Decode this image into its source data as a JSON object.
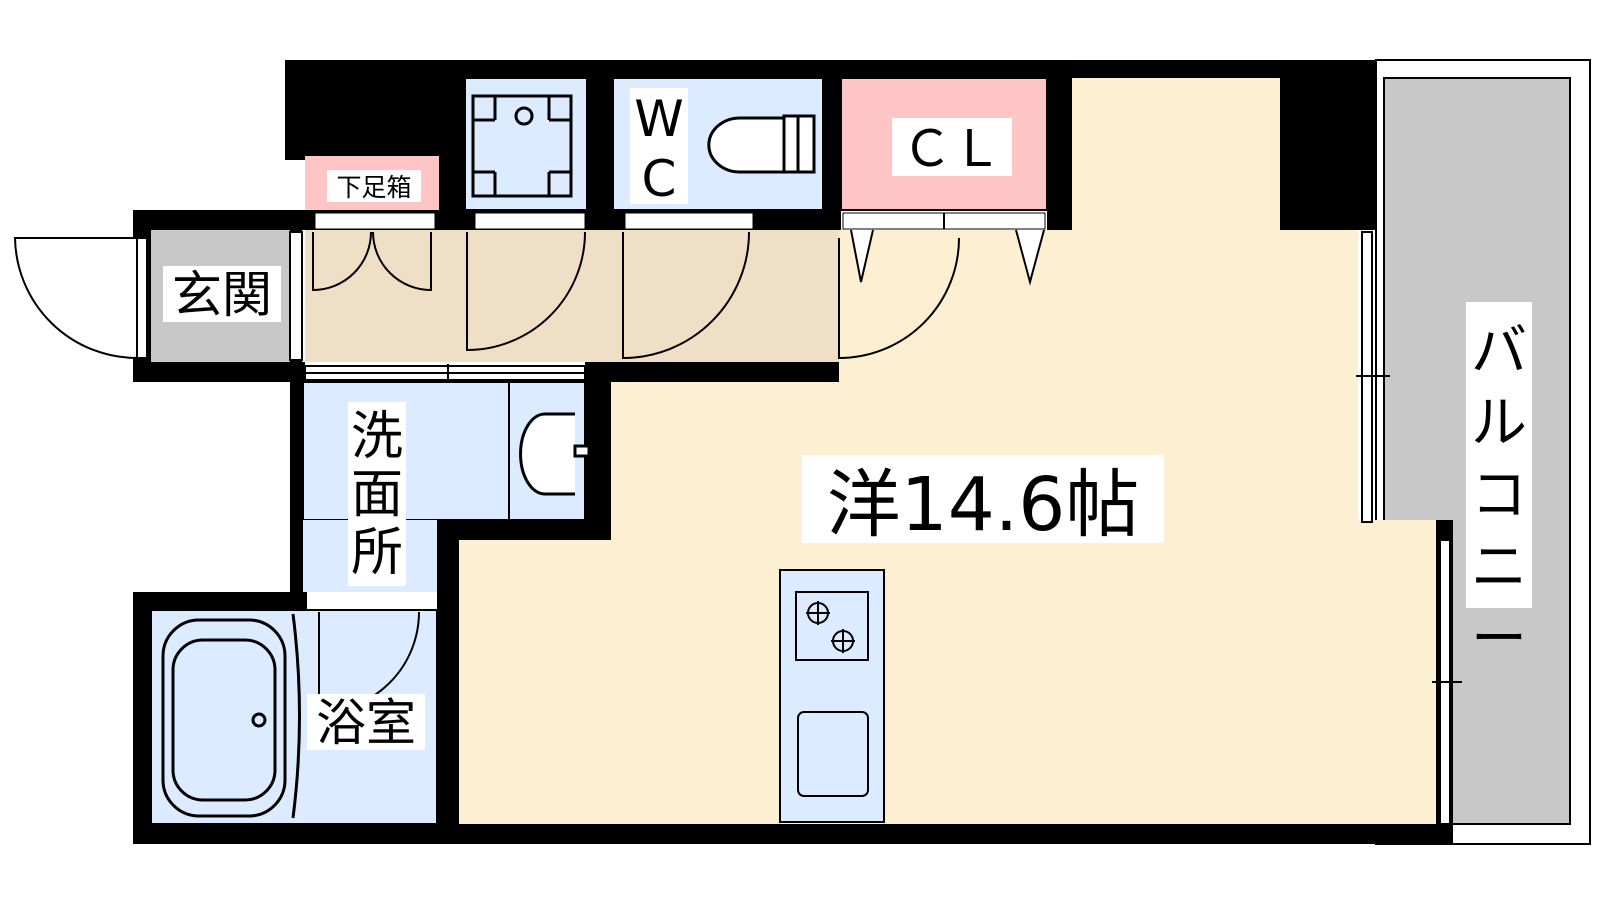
{
  "rooms": {
    "main": "洋14.6帖",
    "entrance": "玄関",
    "shoe_box": "下足箱",
    "wc_w": "W",
    "wc_c": "C",
    "closet": "ＣＬ",
    "washroom": "洗面所",
    "bathroom": "浴室",
    "balcony": "バルコニー"
  },
  "colors": {
    "main_floor": "#fdf0d2",
    "hallway": "#eedfc6",
    "wet_area": "#dcebff",
    "closet": "#ffc4c4",
    "shoe_box": "#ffc4c4",
    "entrance": "#c8c8c8",
    "balcony": "#c8c8c8",
    "wall": "#000000"
  }
}
